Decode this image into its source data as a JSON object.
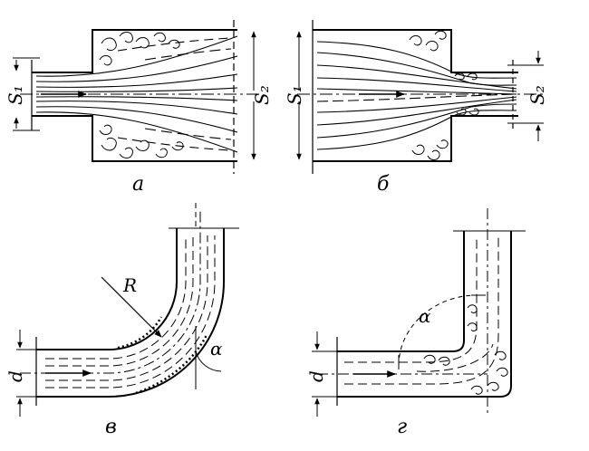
{
  "panels": {
    "a": {
      "caption": "а",
      "dim_left": "S₁",
      "dim_right": "S₂"
    },
    "b": {
      "caption": "б",
      "dim_left": "S₁",
      "dim_right": "S₂"
    },
    "c": {
      "caption": "в",
      "radius": "R",
      "angle": "α",
      "diameter": "d"
    },
    "d": {
      "caption": "г",
      "angle": "α",
      "diameter": "d"
    }
  },
  "colors": {
    "ink": "#000000",
    "paper": "#ffffff"
  }
}
